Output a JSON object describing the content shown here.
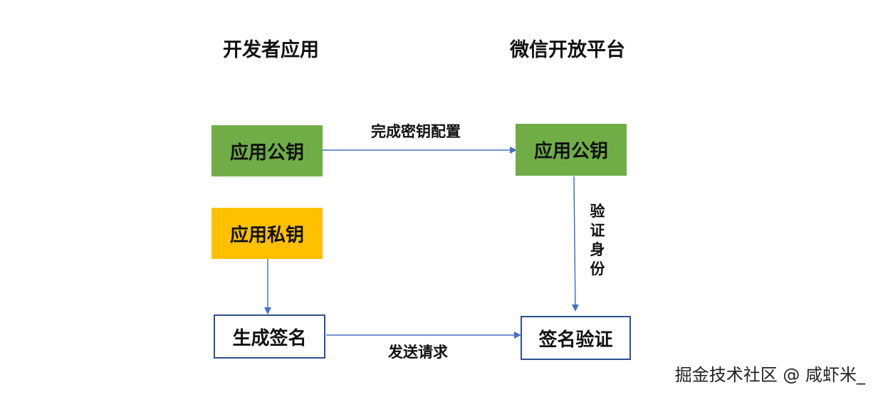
{
  "columns": {
    "left_title": "开发者应用",
    "right_title": "微信开放平台"
  },
  "nodes": {
    "app_public_key_left": "应用公钥",
    "app_private_key": "应用私钥",
    "generate_signature": "生成签名",
    "app_public_key_right": "应用公钥",
    "signature_verification": "签名验证"
  },
  "edges": {
    "key_config": "完成密钥配置",
    "verify_identity": "验证身份",
    "send_request": "发送请求"
  },
  "colors": {
    "green": "#70ad47",
    "yellow": "#ffc000",
    "arrow": "#4472c4",
    "outline": "#2f4f8f"
  },
  "watermark": {
    "text": "掘金技术社区 @ 咸虾米_"
  }
}
